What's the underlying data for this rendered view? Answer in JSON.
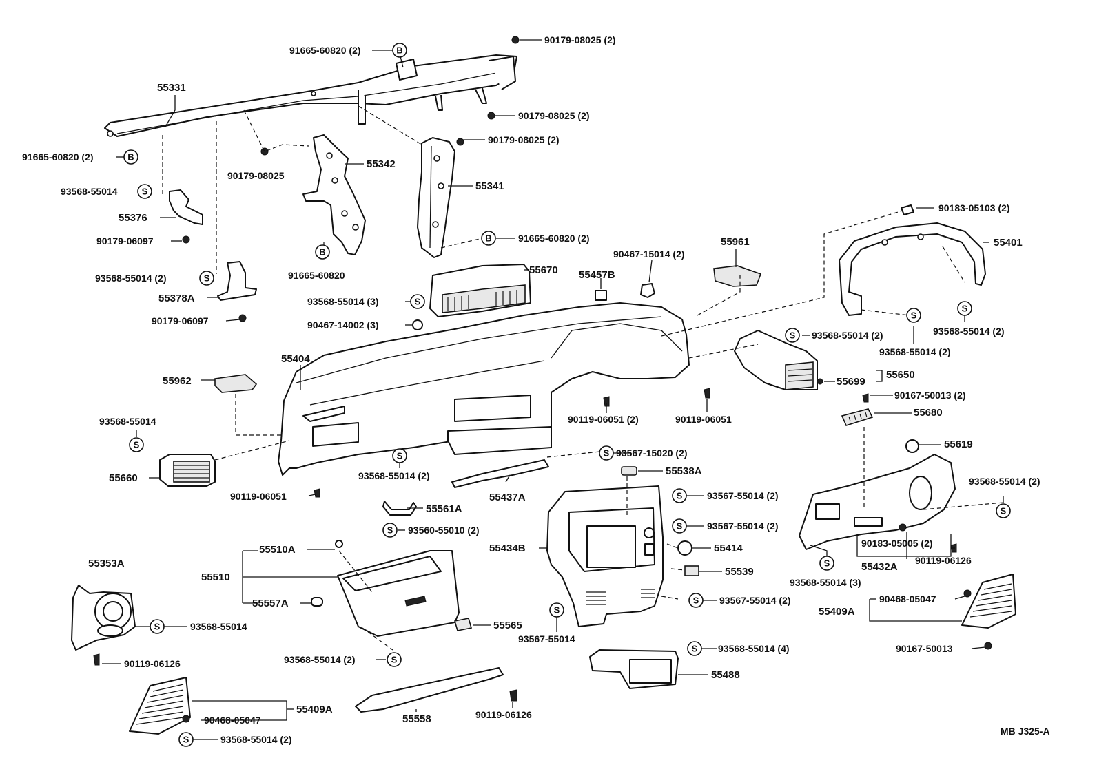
{
  "diagram_id": "MB J325-A",
  "callout_letters": {
    "s": "S",
    "b": "B"
  },
  "labels": {
    "l_91665_60820_2B_top": "91665-60820 (2)",
    "l_90179_08025_2_a": "90179-08025 (2)",
    "l_55331": "55331",
    "l_90179_08025_2_b": "90179-08025 (2)",
    "l_90179_08025_2_c": "90179-08025 (2)",
    "l_91665_60820_2B_left": "91665-60820 (2)",
    "l_55342": "55342",
    "l_90179_08025": "90179-08025",
    "l_55341": "55341",
    "l_93568_55014_a": "93568-55014",
    "l_55376": "55376",
    "l_90179_06097_a": "90179-06097",
    "l_91665_60820_2B_mid": "91665-60820 (2)",
    "l_91665_60820": "91665-60820",
    "l_90183_05103_2": "90183-05103 (2)",
    "l_55401": "55401",
    "l_55961": "55961",
    "l_90467_15014_2": "90467-15014 (2)",
    "l_93568_55014_2_a": "93568-55014 (2)",
    "l_55378A": "55378A",
    "l_90179_06097_b": "90179-06097",
    "l_55670": "55670",
    "l_55457B": "55457B",
    "l_93568_55014_3_a": "93568-55014 (3)",
    "l_90467_14002_3": "90467-14002 (3)",
    "l_93568_55014_2_b": "93568-55014 (2)",
    "l_93568_55014_2_c": "93568-55014 (2)",
    "l_93568_55014_2_d": "93568-55014 (2)",
    "l_55404": "55404",
    "l_55962": "55962",
    "l_55699": "55699",
    "l_55650": "55650",
    "l_90167_50013_2": "90167-50013 (2)",
    "l_90119_06051_2": "90119-06051 (2)",
    "l_90119_06051_a": "90119-06051",
    "l_55680": "55680",
    "l_93568_55014_b": "93568-55014",
    "l_55619": "55619",
    "l_93567_15020_2": "93567-15020 (2)",
    "l_55660": "55660",
    "l_55538A": "55538A",
    "l_93568_55014_2_e": "93568-55014 (2)",
    "l_93568_55014_2_f": "93568-55014 (2)",
    "l_55437A": "55437A",
    "l_90119_06051_b": "90119-06051",
    "l_93567_55014_2_a": "93567-55014 (2)",
    "l_55561A": "55561A",
    "l_93567_55014_2_b": "93567-55014 (2)",
    "l_93560_55010_2": "93560-55010 (2)",
    "l_55434B": "55434B",
    "l_55414": "55414",
    "l_90183_05005_2": "90183-05005 (2)",
    "l_90119_06126_a": "90119-06126",
    "l_55510A": "55510A",
    "l_55353A": "55353A",
    "l_55539": "55539",
    "l_93568_55014_3_b": "93568-55014 (3)",
    "l_55432A": "55432A",
    "l_55510": "55510",
    "l_93567_55014_2_c": "93567-55014 (2)",
    "l_90468_05047_a": "90468-05047",
    "l_55557A": "55557A",
    "l_55409A_a": "55409A",
    "l_93568_55014_c": "93568-55014",
    "l_55565": "55565",
    "l_93567_55014": "93567-55014",
    "l_90119_06126_b": "90119-06126",
    "l_93568_55014_2_g": "93568-55014 (2)",
    "l_93568_55014_4": "93568-55014 (4)",
    "l_90167_50013": "90167-50013",
    "l_55488": "55488",
    "l_90468_05047_b": "90468-05047",
    "l_55409A_b": "55409A",
    "l_90119_06126_c": "90119-06126",
    "l_55558": "55558",
    "l_93568_55014_2_h": "93568-55014 (2)"
  }
}
